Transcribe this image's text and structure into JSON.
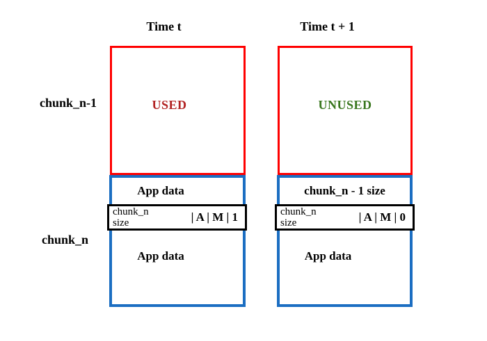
{
  "colors": {
    "red_border": "#ff0000",
    "blue_border": "#1b6ec2",
    "black_border": "#000000",
    "used_text": "#b22222",
    "unused_text": "#38761d"
  },
  "row_labels": {
    "top": "chunk_n-1",
    "bottom": "chunk_n"
  },
  "columns": [
    {
      "title": "Time t",
      "state_label": "USED",
      "top_cell": "App data",
      "size_line1": "chunk_n",
      "size_line2": "size",
      "flags": "| A | M | 1",
      "bottom_cell": "App data"
    },
    {
      "title": "Time t + 1",
      "state_label": "UNUSED",
      "top_cell": "chunk_n - 1 size",
      "size_line1": "chunk_n",
      "size_line2": "size",
      "flags": "| A | M | 0",
      "bottom_cell": "App data"
    }
  ]
}
